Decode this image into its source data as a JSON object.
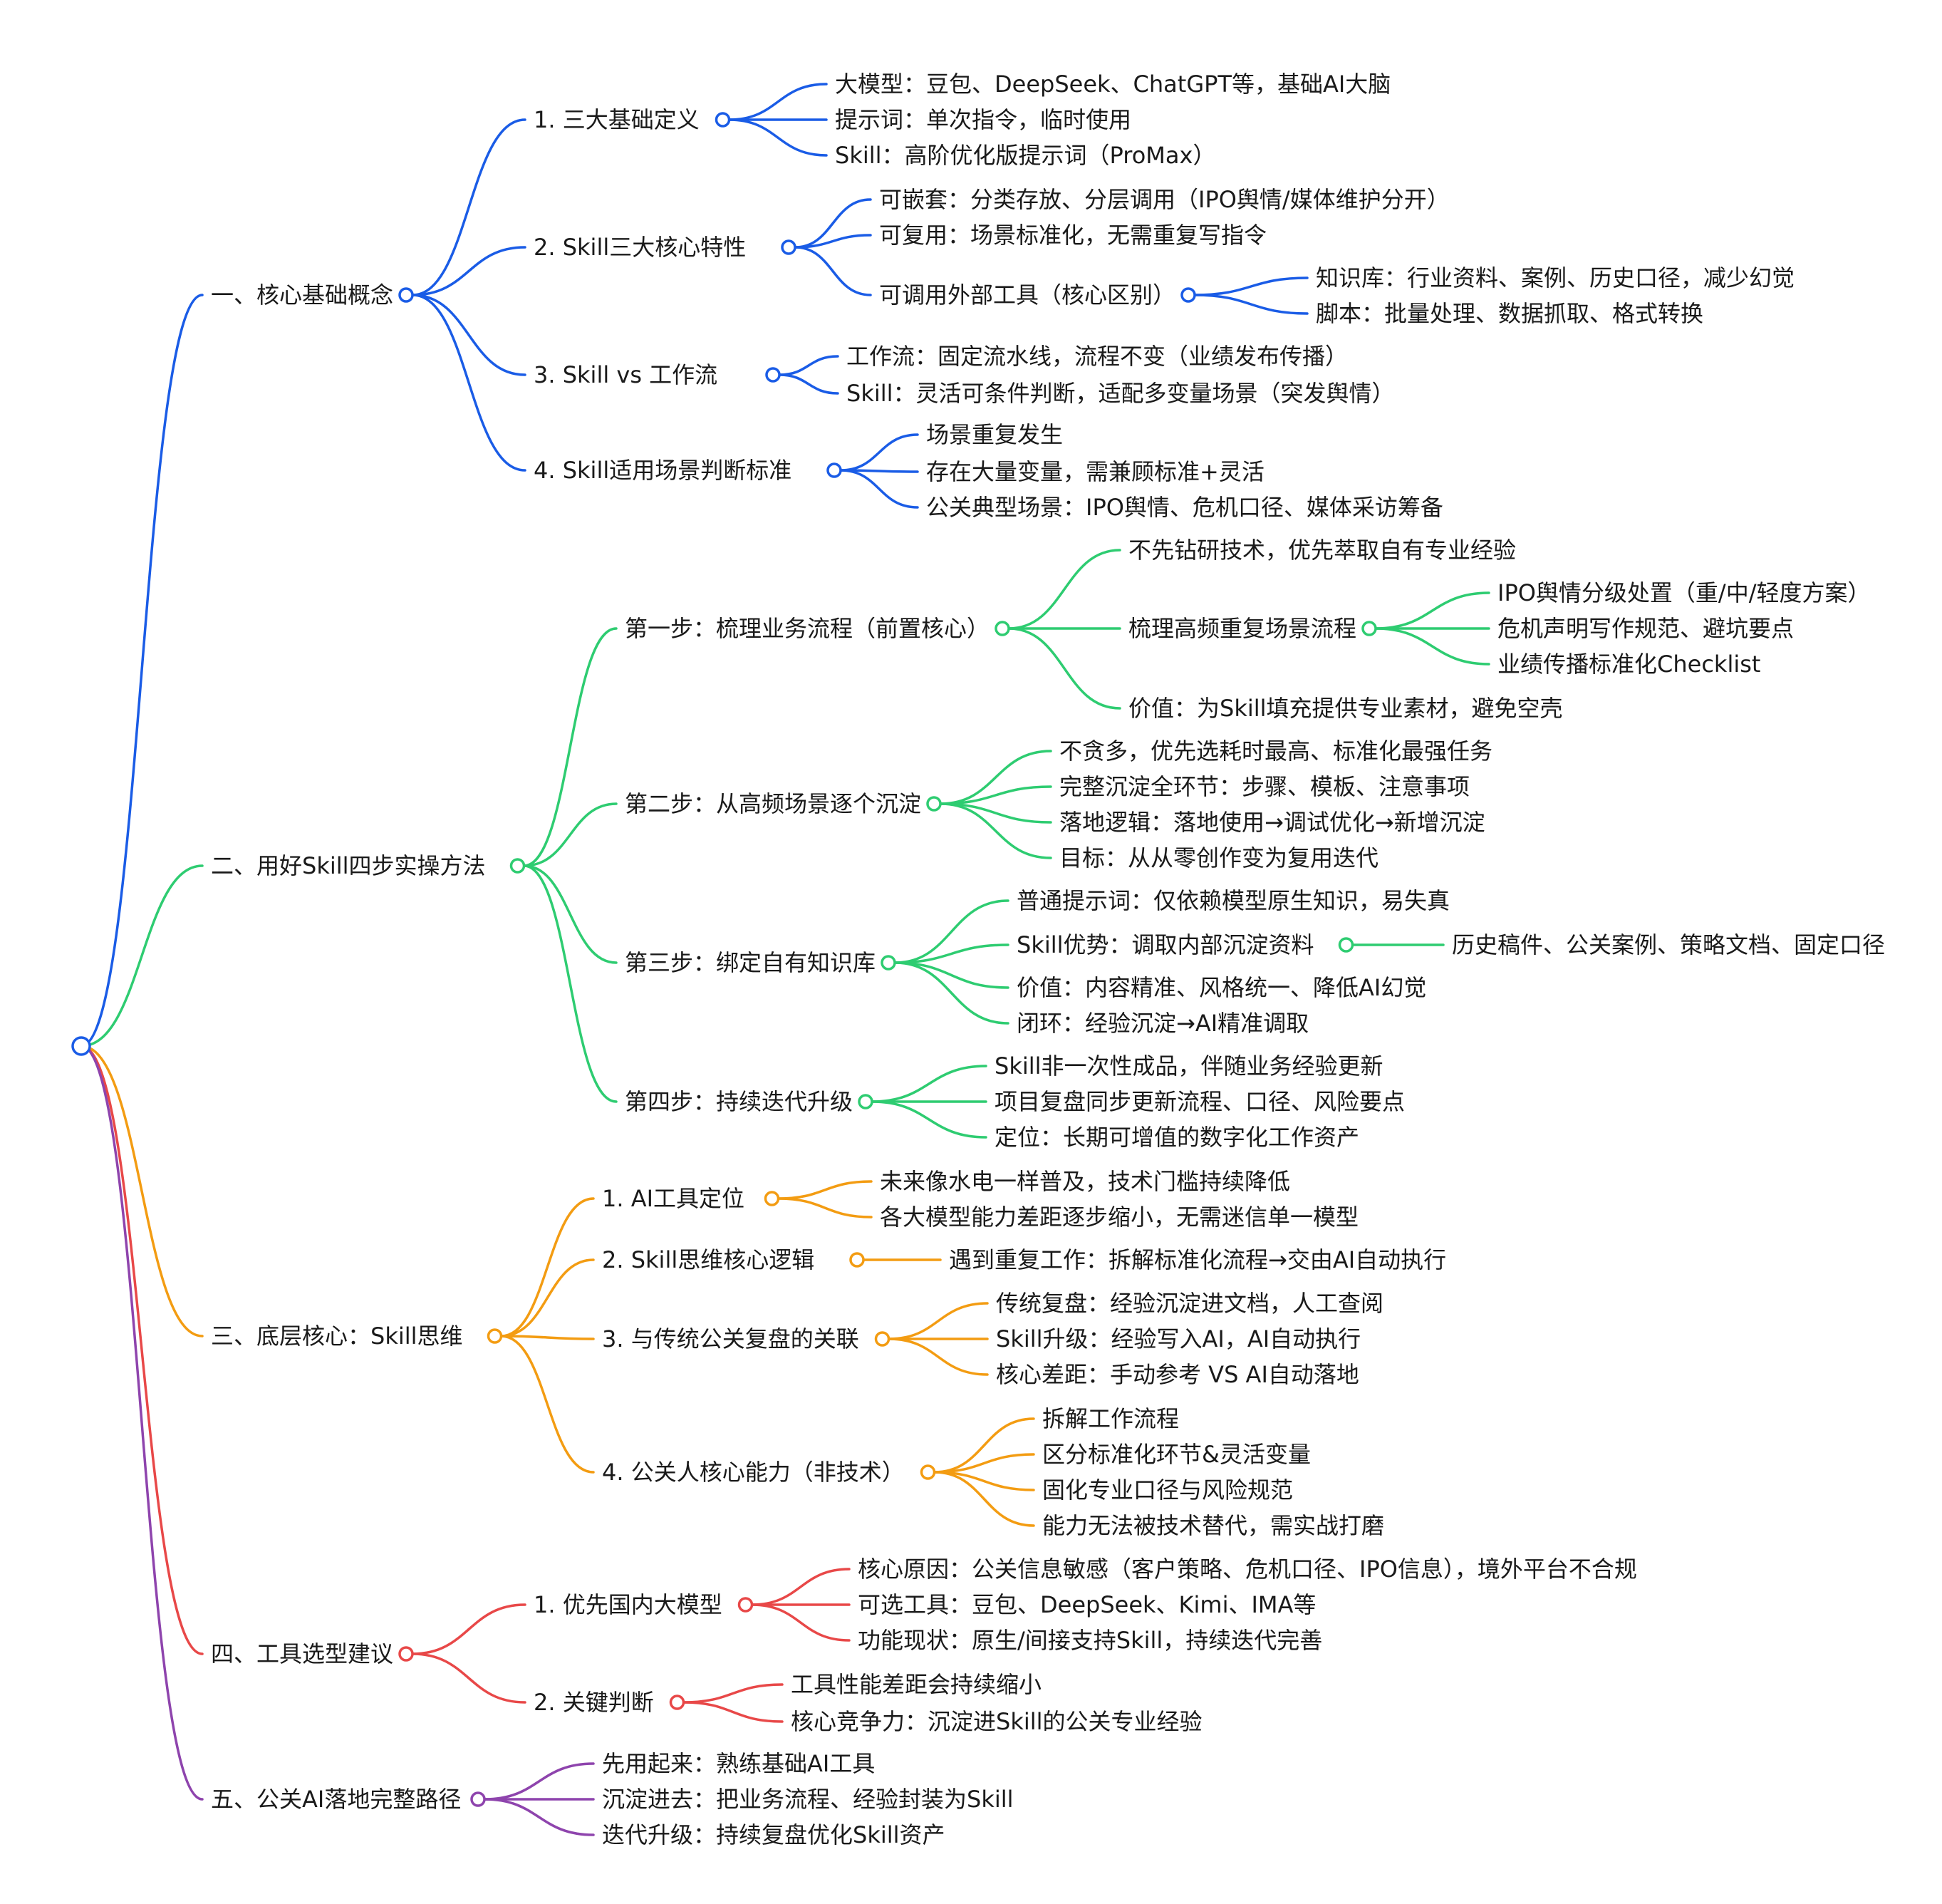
{
  "colors": {
    "blue": "#1a5ce6",
    "green": "#2ecc71",
    "orange": "#f39c12",
    "red": "#e84848",
    "purple": "#8e44ad"
  },
  "mindmap": {
    "root": {
      "children": [
        {
          "label": "一、核心基础概念",
          "color": "blue",
          "children": [
            {
              "label": "1. 三大基础定义",
              "children": [
                {
                  "label": "大模型：豆包、DeepSeek、ChatGPT等，基础AI大脑"
                },
                {
                  "label": "提示词：单次指令，临时使用"
                },
                {
                  "label": "Skill：高阶优化版提示词（ProMax）"
                }
              ]
            },
            {
              "label": "2. Skill三大核心特性",
              "children": [
                {
                  "label": "可嵌套：分类存放、分层调用（IPO舆情/媒体维护分开）"
                },
                {
                  "label": "可复用：场景标准化，无需重复写指令"
                },
                {
                  "label": "可调用外部工具（核心区别）",
                  "children": [
                    {
                      "label": "知识库：行业资料、案例、历史口径，减少幻觉"
                    },
                    {
                      "label": "脚本：批量处理、数据抓取、格式转换"
                    }
                  ]
                }
              ]
            },
            {
              "label": "3. Skill vs 工作流",
              "children": [
                {
                  "label": "工作流：固定流水线，流程不变（业绩发布传播）"
                },
                {
                  "label": "Skill：灵活可条件判断，适配多变量场景（突发舆情）"
                }
              ]
            },
            {
              "label": "4. Skill适用场景判断标准",
              "children": [
                {
                  "label": "场景重复发生"
                },
                {
                  "label": "存在大量变量，需兼顾标准+灵活"
                },
                {
                  "label": "公关典型场景：IPO舆情、危机口径、媒体采访筹备"
                }
              ]
            }
          ]
        },
        {
          "label": "二、用好Skill四步实操方法",
          "color": "green",
          "children": [
            {
              "label": "第一步：梳理业务流程（前置核心）",
              "children": [
                {
                  "label": "不先钻研技术，优先萃取自有专业经验"
                },
                {
                  "label": "梳理高频重复场景流程",
                  "children": [
                    {
                      "label": "IPO舆情分级处置（重/中/轻度方案）"
                    },
                    {
                      "label": "危机声明写作规范、避坑要点"
                    },
                    {
                      "label": "业绩传播标准化Checklist"
                    }
                  ]
                },
                {
                  "label": "价值：为Skill填充提供专业素材，避免空壳"
                }
              ]
            },
            {
              "label": "第二步：从高频场景逐个沉淀",
              "children": [
                {
                  "label": "不贪多，优先选耗时最高、标准化最强任务"
                },
                {
                  "label": "完整沉淀全环节：步骤、模板、注意事项"
                },
                {
                  "label": "落地逻辑：落地使用→调试优化→新增沉淀"
                },
                {
                  "label": "目标：从从零创作变为复用迭代"
                }
              ]
            },
            {
              "label": "第三步：绑定自有知识库",
              "children": [
                {
                  "label": "普通提示词：仅依赖模型原生知识，易失真"
                },
                {
                  "label": "Skill优势：调取内部沉淀资料",
                  "children": [
                    {
                      "label": "历史稿件、公关案例、策略文档、固定口径"
                    }
                  ]
                },
                {
                  "label": "价值：内容精准、风格统一、降低AI幻觉"
                },
                {
                  "label": "闭环：经验沉淀→AI精准调取"
                }
              ]
            },
            {
              "label": "第四步：持续迭代升级",
              "children": [
                {
                  "label": "Skill非一次性成品，伴随业务经验更新"
                },
                {
                  "label": "项目复盘同步更新流程、口径、风险要点"
                },
                {
                  "label": "定位：长期可增值的数字化工作资产"
                }
              ]
            }
          ]
        },
        {
          "label": "三、底层核心：Skill思维",
          "color": "orange",
          "children": [
            {
              "label": "1. AI工具定位",
              "children": [
                {
                  "label": "未来像水电一样普及，技术门槛持续降低"
                },
                {
                  "label": "各大模型能力差距逐步缩小，无需迷信单一模型"
                }
              ]
            },
            {
              "label": "2. Skill思维核心逻辑",
              "children": [
                {
                  "label": "遇到重复工作：拆解标准化流程→交由AI自动执行"
                }
              ]
            },
            {
              "label": "3. 与传统公关复盘的关联",
              "children": [
                {
                  "label": "传统复盘：经验沉淀进文档，人工查阅"
                },
                {
                  "label": "Skill升级：经验写入AI，AI自动执行"
                },
                {
                  "label": "核心差距：手动参考 VS AI自动落地"
                }
              ]
            },
            {
              "label": "4. 公关人核心能力（非技术）",
              "children": [
                {
                  "label": "拆解工作流程"
                },
                {
                  "label": "区分标准化环节&灵活变量"
                },
                {
                  "label": "固化专业口径与风险规范"
                },
                {
                  "label": "能力无法被技术替代，需实战打磨"
                }
              ]
            }
          ]
        },
        {
          "label": "四、工具选型建议",
          "color": "red",
          "children": [
            {
              "label": "1. 优先国内大模型",
              "children": [
                {
                  "label": "核心原因：公关信息敏感（客户策略、危机口径、IPO信息），境外平台不合规"
                },
                {
                  "label": "可选工具：豆包、DeepSeek、Kimi、IMA等"
                },
                {
                  "label": "功能现状：原生/间接支持Skill，持续迭代完善"
                }
              ]
            },
            {
              "label": "2. 关键判断",
              "children": [
                {
                  "label": "工具性能差距会持续缩小"
                },
                {
                  "label": "核心竞争力：沉淀进Skill的公关专业经验"
                }
              ]
            }
          ]
        },
        {
          "label": "五、公关AI落地完整路径",
          "color": "purple",
          "children": [
            {
              "label": "先用起来：熟练基础AI工具"
            },
            {
              "label": "沉淀进去：把业务流程、经验封装为Skill"
            },
            {
              "label": "迭代升级：持续复盘优化Skill资产"
            }
          ]
        }
      ]
    }
  }
}
